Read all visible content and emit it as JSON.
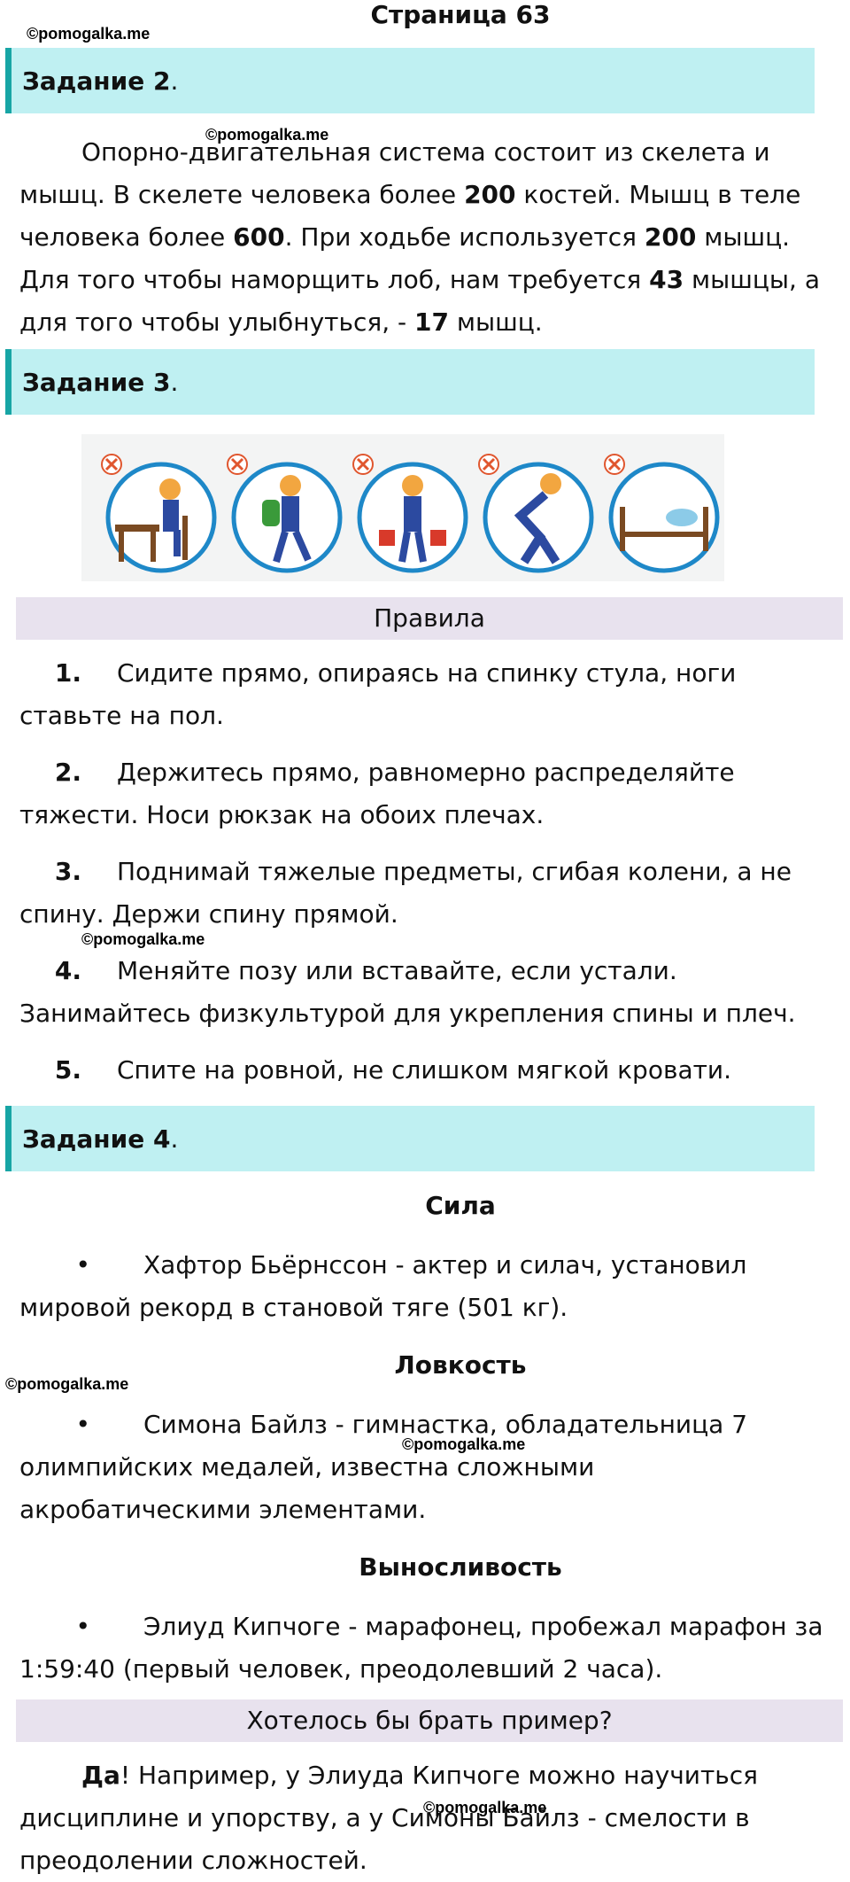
{
  "watermark": "©pomogalka.me",
  "page_title": "Страница 63",
  "task2": {
    "title": "Задание 2",
    "dot": ".",
    "line1": "Опорно-двигательная система состоит из скелета и",
    "line2_a": "мышц. В скелете человека более ",
    "line2_b": "200",
    "line2_c": " костей. Мышц в теле",
    "line3_a": "человека более ",
    "line3_b": "600",
    "line3_c": ". При ходьбе используется ",
    "line3_d": "200",
    "line3_e": " мышц.",
    "line4_a": "Для того чтобы наморщить лоб, нам требуется ",
    "line4_b": "43",
    "line4_c": " мышцы, а",
    "line5_a": "для того чтобы улыбнуться, - ",
    "line5_b": "17",
    "line5_c": " мышц."
  },
  "task3": {
    "title": "Задание 3",
    "dot": ".",
    "rules_header": "Правила",
    "rules": [
      {
        "num": "1.",
        "l1": "Сидите прямо, опираясь на спинку стула, ноги",
        "l2": "ставьте на пол."
      },
      {
        "num": "2.",
        "l1": "Держитесь прямо, равномерно распределяйте",
        "l2": "тяжести. Носи рюкзак на обоих плечах."
      },
      {
        "num": "3.",
        "l1": "Поднимай тяжелые предметы, сгибая колени, а не",
        "l2": "спину. Держи спину прямой."
      },
      {
        "num": "4.",
        "l1": "Меняйте позу или вставайте, если устали.",
        "l2": "Занимайтесь физкультурой для укрепления спины и плеч."
      },
      {
        "num": "5.",
        "l1": "Спите на ровной, не слишком мягкой кровати.",
        "l2": ""
      }
    ]
  },
  "task4": {
    "title": "Задание 4",
    "dot": ".",
    "strength_head": "Сила",
    "strength_l1": "Хафтор Бьёрнссон - актер и силач, установил",
    "strength_l2": "мировой рекорд в становой тяге (501 кг).",
    "agility_head": "Ловкость",
    "agility_l1": "Симона Байлз - гимнастка, обладательница 7",
    "agility_l2": "олимпийских медалей, известна сложными",
    "agility_l3": "акробатическими элементами.",
    "endurance_head": "Выносливость",
    "endurance_l1": "Элиуд Кипчоге - марафонец, пробежал марафон за",
    "endurance_l2": "1:59:40 (первый человек, преодолевший 2 часа).",
    "bullet": "•",
    "question": "Хотелось бы брать пример?",
    "answer_bold": "Да",
    "answer_l1": "! Например, у Элиуда Кипчоге можно научиться",
    "answer_l2": "дисциплине и упорству, а у Симоны Байлз - смелости в",
    "answer_l3": "преодолении сложностей."
  },
  "colors": {
    "task_bar": "#bff0f2",
    "task_bar_accent": "#17a5a5",
    "gray_bar": "#e8e2ee",
    "circle": "#1e88c8",
    "cross": "#e0562e"
  }
}
